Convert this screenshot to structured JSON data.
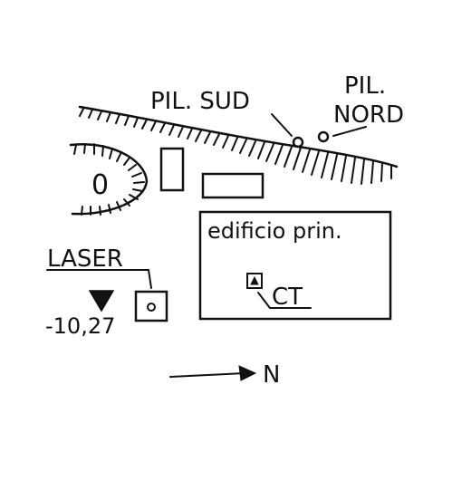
{
  "labels": {
    "pil_sud": "PIL. SUD",
    "pil_nord_line1": "PIL.",
    "pil_nord_line2": "NORD",
    "building": "edificio prin.",
    "ct": "CT",
    "laser": "LASER",
    "elevation": "-10,27",
    "north": "N",
    "zero_mark": "0"
  },
  "colors": {
    "ink": "#111111",
    "paper": "#ffffff"
  },
  "icons": {
    "triangle_in_square": "benchmark-triangle-icon",
    "north_arrow": "arrow-right-icon",
    "elevation_marker": "inverted-triangle-icon"
  }
}
